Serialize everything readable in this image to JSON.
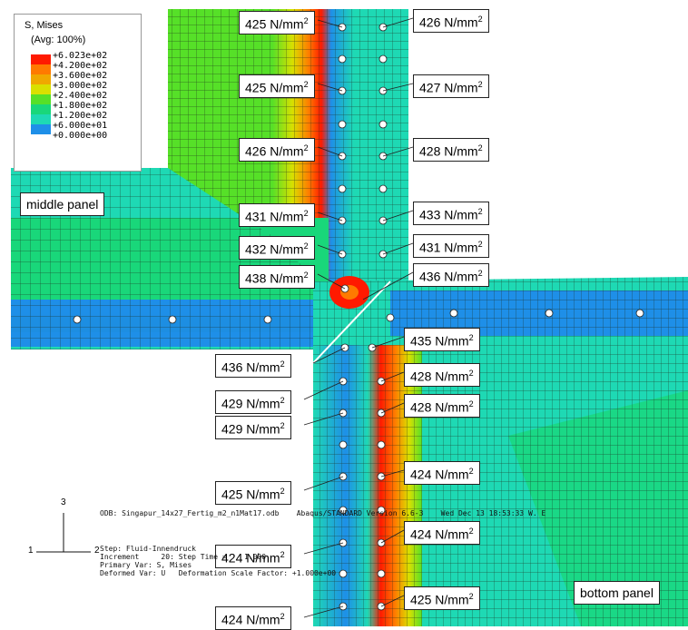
{
  "colors": {
    "c1": "#ff1a00",
    "c2": "#ff7a00",
    "c3": "#d9e000",
    "c4": "#56e028",
    "c5": "#19d77a",
    "c6": "#1ed9b4",
    "c7": "#1e8fe8",
    "c8": "#0a2fd6",
    "mesh": "#1c2a1c"
  },
  "legend": {
    "title": "S,  Mises",
    "avg": "(Avg: 100%)",
    "levels": [
      "+6.023e+02",
      "+4.200e+02",
      "+3.600e+02",
      "+3.000e+02",
      "+2.400e+02",
      "+1.800e+02",
      "+1.200e+02",
      "+6.000e+01",
      "+0.000e+00"
    ]
  },
  "labels": {
    "middle_panel": "middle panel",
    "bottom_panel": "bottom panel",
    "unit": "N/mm",
    "unit_sup": "2",
    "stress": [
      "425",
      "426",
      "425",
      "427",
      "426",
      "428",
      "431",
      "433",
      "432",
      "431",
      "438",
      "436",
      "435",
      "436",
      "428",
      "429",
      "428",
      "429",
      "424",
      "425",
      "424",
      "424",
      "425",
      "424"
    ]
  },
  "odb_text": {
    "line1": "ODB: Singapur_14x27_Fertig_m2_n1Mat17.odb    Abaqus/STANDARD Version 6.6-3    Wed Dec 13 18:53:33 W. E",
    "line2": "Step: Fluid-Innendruck",
    "line3": "Increment     20: Step Time =    1.000",
    "line4": "Primary Var: S, Mises",
    "line5": "Deformed Var: U   Deformation Scale Factor: +1.000e+00"
  },
  "axes": {
    "a1": "1",
    "a2": "2",
    "a3": "3"
  }
}
